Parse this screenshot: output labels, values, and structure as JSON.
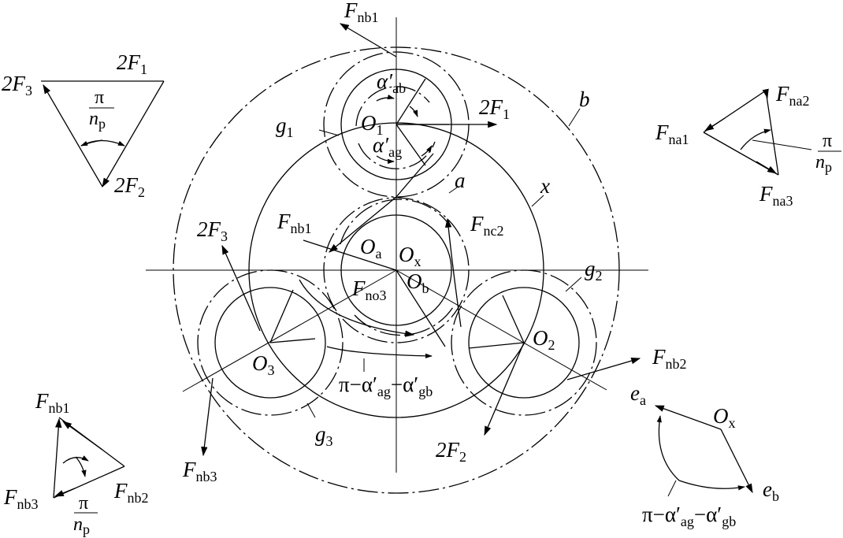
{
  "labels": {
    "fnb1_top": {
      "main": "F",
      "sub": "nb1"
    },
    "twoF1_left": {
      "main": "2F",
      "sub": "1"
    },
    "twoF3_left": {
      "main": "2F",
      "sub": "3"
    },
    "twoF2_left": {
      "main": "2F",
      "sub": "2"
    },
    "pi_np_left": {
      "num": "π",
      "den": "n",
      "den_sub": "p"
    },
    "alpha_ab": {
      "main": "α′",
      "sub": "ab"
    },
    "twoF1_mid": {
      "main": "2F",
      "sub": "1"
    },
    "b_label": "b",
    "g1_label": {
      "main": "g",
      "sub": "1"
    },
    "O1_label": {
      "main": "O",
      "sub": "1"
    },
    "alpha_ag": {
      "main": "α′",
      "sub": "ag"
    },
    "a_label": "a",
    "x_label": "x",
    "fna2": {
      "main": "F",
      "sub": "na2"
    },
    "fna1": {
      "main": "F",
      "sub": "na1"
    },
    "pi_np_right": {
      "num": "π",
      "den": "n",
      "den_sub": "p"
    },
    "fna3": {
      "main": "F",
      "sub": "na3"
    },
    "twoF3_mid": {
      "main": "2F",
      "sub": "3"
    },
    "fnb1_mid": {
      "main": "F",
      "sub": "nb1"
    },
    "Oa": {
      "main": "O",
      "sub": "a"
    },
    "Ox_center": {
      "main": "O",
      "sub": "x"
    },
    "fnc2": {
      "main": "F",
      "sub": "nc2"
    },
    "Ob": {
      "main": "O",
      "sub": "b"
    },
    "g2_label": {
      "main": "g",
      "sub": "2"
    },
    "fno3": {
      "main": "F",
      "sub": "no3"
    },
    "O2_label": {
      "main": "O",
      "sub": "2"
    },
    "O3_label": {
      "main": "O",
      "sub": "3"
    },
    "angle_mid": {
      "pre": "π−α′",
      "sub1": "ag",
      "mid": "−α′",
      "sub2": "gb"
    },
    "fnb2_mid": {
      "main": "F",
      "sub": "nb2"
    },
    "g3_label": {
      "main": "g",
      "sub": "3"
    },
    "twoF2_mid": {
      "main": "2F",
      "sub": "2"
    },
    "fnb3_mid": {
      "main": "F",
      "sub": "nb3"
    },
    "fnb1_bl": {
      "main": "F",
      "sub": "nb1"
    },
    "fnb3_bl": {
      "main": "F",
      "sub": "nb3"
    },
    "fnb2_bl": {
      "main": "F",
      "sub": "nb2"
    },
    "pi_np_bl": {
      "num": "π",
      "den": "n",
      "den_sub": "p"
    },
    "ea": {
      "main": "e",
      "sub": "a"
    },
    "Ox_br": {
      "main": "O",
      "sub": "x"
    },
    "eb": {
      "main": "e",
      "sub": "b"
    },
    "angle_br": {
      "pre": "π−α′",
      "sub1": "ag",
      "mid": "−α′",
      "sub2": "gb"
    }
  }
}
